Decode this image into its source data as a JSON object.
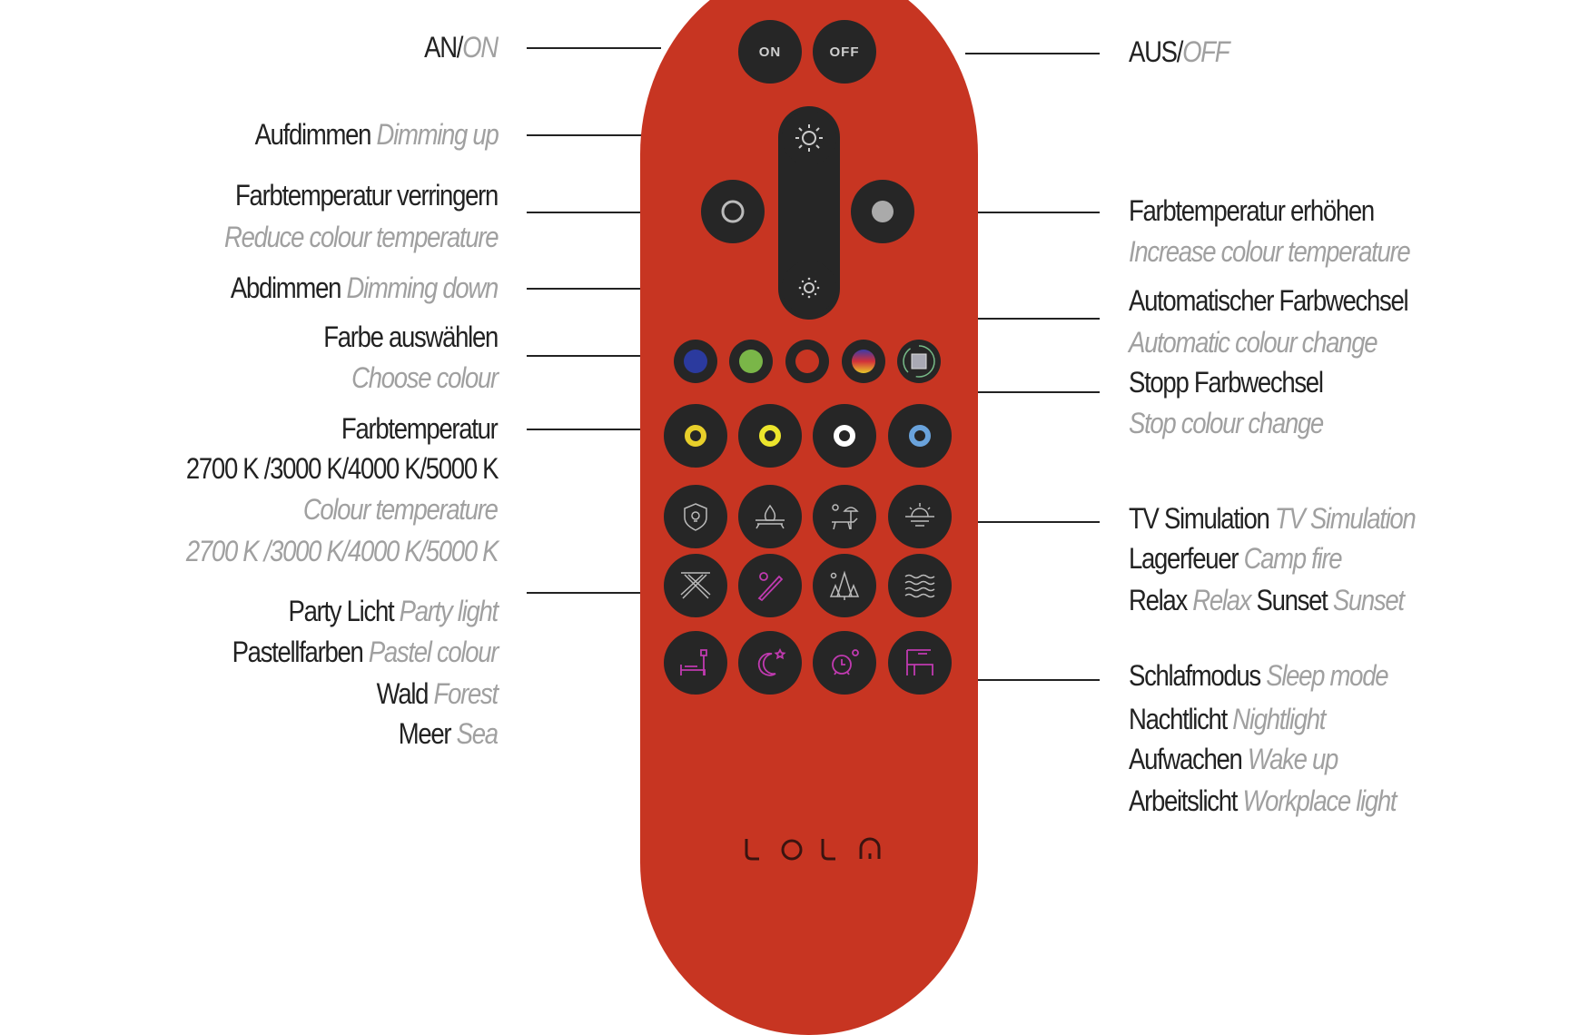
{
  "remote": {
    "on_label": "ON",
    "off_label": "OFF",
    "logo": "LOLA",
    "body_color": "#c73522",
    "button_color": "#262626",
    "colour_buttons": [
      "#2b3a9e",
      "#7ab648",
      "#c73522",
      "gradient",
      "stop"
    ],
    "temperature_rings": [
      "#e8cf2a",
      "#ece52c",
      "#ffffff",
      "#6aa3dc"
    ]
  },
  "left_labels": {
    "on": {
      "de": "AN/",
      "en": "ON"
    },
    "dim_up": {
      "de": "Aufdimmen",
      "en": "Dimming up"
    },
    "reduce_temp": {
      "de": "Farbtemperatur verringern",
      "en": "Reduce colour temperature"
    },
    "dim_down": {
      "de": "Abdimmen",
      "en": "Dimming down"
    },
    "choose_colour": {
      "de": "Farbe auswählen",
      "en": "Choose colour"
    },
    "colour_temp": {
      "de": "Farbtemperatur",
      "de2": "2700 K /3000 K/4000 K/5000 K",
      "en": "Colour temperature",
      "en2": "2700 K /3000 K/4000 K/5000 K"
    },
    "scenes": [
      {
        "de": "Party Licht",
        "en": "Party light"
      },
      {
        "de": "Pastellfarben",
        "en": "Pastel colour"
      },
      {
        "de": "Wald",
        "en": "Forest"
      },
      {
        "de": "Meer",
        "en": "Sea"
      }
    ]
  },
  "right_labels": {
    "off": {
      "de": "AUS/",
      "en": "OFF"
    },
    "increase_temp": {
      "de": "Farbtemperatur erhöhen",
      "en": "Increase colour temperature"
    },
    "auto_change": {
      "de": "Automatischer Farbwechsel",
      "en": "Automatic colour change"
    },
    "stop_change": {
      "de": "Stopp Farbwechsel",
      "en": "Stop colour change"
    },
    "scenes1": [
      {
        "de": "TV Simulation",
        "en": "TV Simulation"
      },
      {
        "de": "Lagerfeuer",
        "en": "Camp fire"
      },
      {
        "de": "Relax",
        "en": "Relax"
      },
      {
        "de": "Sunset",
        "en": "Sunset"
      }
    ],
    "scenes2": [
      {
        "de": "Schlafmodus",
        "en": "Sleep mode"
      },
      {
        "de": "Nachtlicht",
        "en": "Nightlight"
      },
      {
        "de": "Aufwachen",
        "en": "Wake up"
      },
      {
        "de": "Arbeitslicht",
        "en": "Workplace light"
      }
    ]
  }
}
